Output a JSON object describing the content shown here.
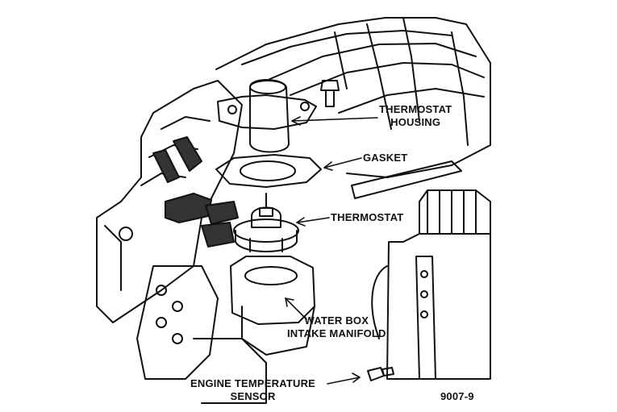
{
  "labels": {
    "thermostat_housing": [
      "THERMOSTAT",
      "HOUSING"
    ],
    "gasket": "GASKET",
    "thermostat": "THERMOSTAT",
    "water_box": [
      "WATER BOX",
      "INTAKE MANIFOLD"
    ],
    "engine_temp_sensor": [
      "ENGINE TEMPERATURE",
      "SENSOR"
    ],
    "figure_id": "9007-9"
  },
  "colors": {
    "ink": "#111111",
    "paper": "#ffffff",
    "shade": "#333333"
  }
}
